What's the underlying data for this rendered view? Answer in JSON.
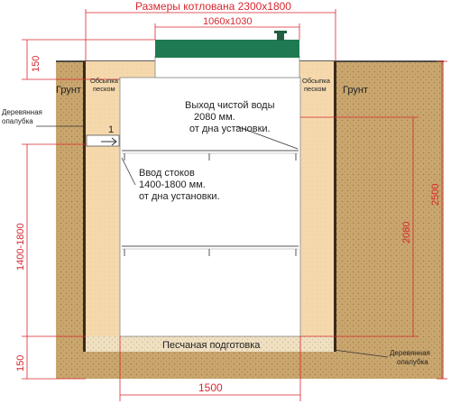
{
  "header": {
    "pit_size": "Размеры котлована 2300х1800",
    "lid_size": "1060x1030"
  },
  "labels": {
    "soil_left": "Грунт",
    "soil_right": "Грунт",
    "backfill_left_line1": "Обсыпка",
    "backfill_left_line2": "песком",
    "backfill_right_line1": "Обсыпка",
    "backfill_right_line2": "песком",
    "formwork_left_line1": "Деревянная",
    "formwork_left_line2": "опалубка",
    "formwork_right_line1": "Деревянная",
    "formwork_right_line2": "опалубка",
    "sand_base": "Песчаная подготовка",
    "inlet_number": "1"
  },
  "annotations": {
    "outlet_line1": "Выход чистой воды",
    "outlet_line2": "2080 мм.",
    "outlet_line3": "от дна установки.",
    "inlet_line1": "Ввод стоков",
    "inlet_line2": "1400-1800 мм.",
    "inlet_line3": "от дна установки."
  },
  "dimensions": {
    "top_gap": "150",
    "total_depth": "2500",
    "outlet_height": "2080",
    "inlet_range": "1400-1800",
    "bottom_layer": "150",
    "unit_width": "1500"
  },
  "colors": {
    "soil": "#c9a66e",
    "sand": "#f5d9ad",
    "tank": "#ffffff",
    "lid": "#1f7a52",
    "dimension": "#d8262e",
    "outline": "#222222"
  }
}
